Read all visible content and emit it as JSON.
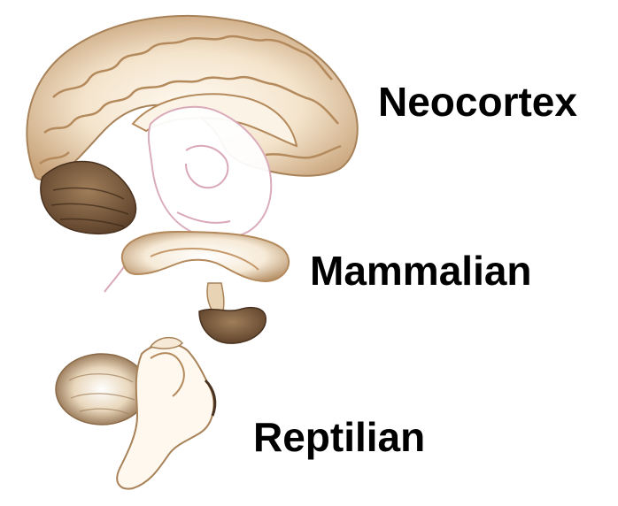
{
  "labels": {
    "neocortex": "Neocortex",
    "mammalian": "Mammalian",
    "reptilian": "Reptilian"
  },
  "colors": {
    "cortex_fill": "#f3e3cb",
    "cortex_edge": "#b48a5c",
    "dark_tissue": "#6e4f34",
    "faint_outline": "#d9a9b8",
    "text": "#000000"
  }
}
